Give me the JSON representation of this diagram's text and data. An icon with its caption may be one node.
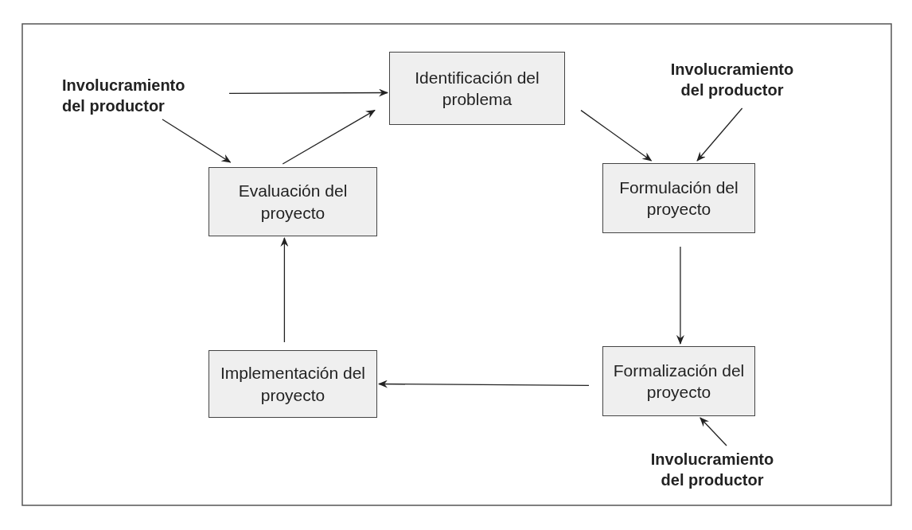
{
  "diagram": {
    "nodes": [
      {
        "text": [
          "Involucramiento del productor"
        ]
      },
      {
        "text": [
          "Identificación del problema"
        ]
      },
      {
        "text": [
          "Involucramiento del productor"
        ]
      },
      {
        "text": [
          "Evaluación del proyecto"
        ]
      },
      {
        "text": [
          "Formulación del proyecto"
        ]
      },
      {
        "text": [
          "Implementación del proyecto"
        ]
      },
      {
        "text": [
          "Formalización del proyecto"
        ]
      },
      {
        "text": [
          "Involucramiento del productor"
        ]
      }
    ],
    "edges": [
      {
        "from": 0,
        "to": 1,
        "arrow": "to"
      },
      {
        "from": 0,
        "to": 3,
        "arrow": "to"
      },
      {
        "from": 3,
        "to": 1,
        "arrow": "to"
      },
      {
        "from": 1,
        "to": 4,
        "arrow": "to"
      },
      {
        "from": 2,
        "to": 4,
        "arrow": "to"
      },
      {
        "from": 4,
        "to": 6,
        "arrow": "to"
      },
      {
        "from": 6,
        "to": 5,
        "arrow": "to"
      },
      {
        "from": 5,
        "to": 3,
        "arrow": "to"
      },
      {
        "from": 7,
        "to": 6,
        "arrow": "to"
      }
    ]
  }
}
